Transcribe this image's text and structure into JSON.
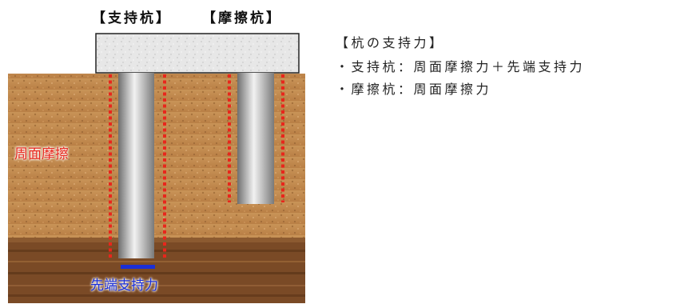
{
  "headings": {
    "end_bearing_pile": "【支持杭】",
    "friction_pile": "【摩擦杭】"
  },
  "labels": {
    "skin_friction": "周面摩擦",
    "end_bearing": "先端支持力"
  },
  "info": {
    "title": "【杭の支持力】",
    "line1": "・支持杭：周面摩擦力＋先端支持力",
    "line2": "・摩擦杭：周面摩擦力"
  },
  "colors": {
    "friction_dots": "#e8261c",
    "end_bearing_bar": "#1b2fd6",
    "soft_soil": "#c48a4e",
    "bearing_layer": "#7a4a26",
    "pile_cap": "#e6e6e6",
    "pile": "#9a9a9a"
  }
}
